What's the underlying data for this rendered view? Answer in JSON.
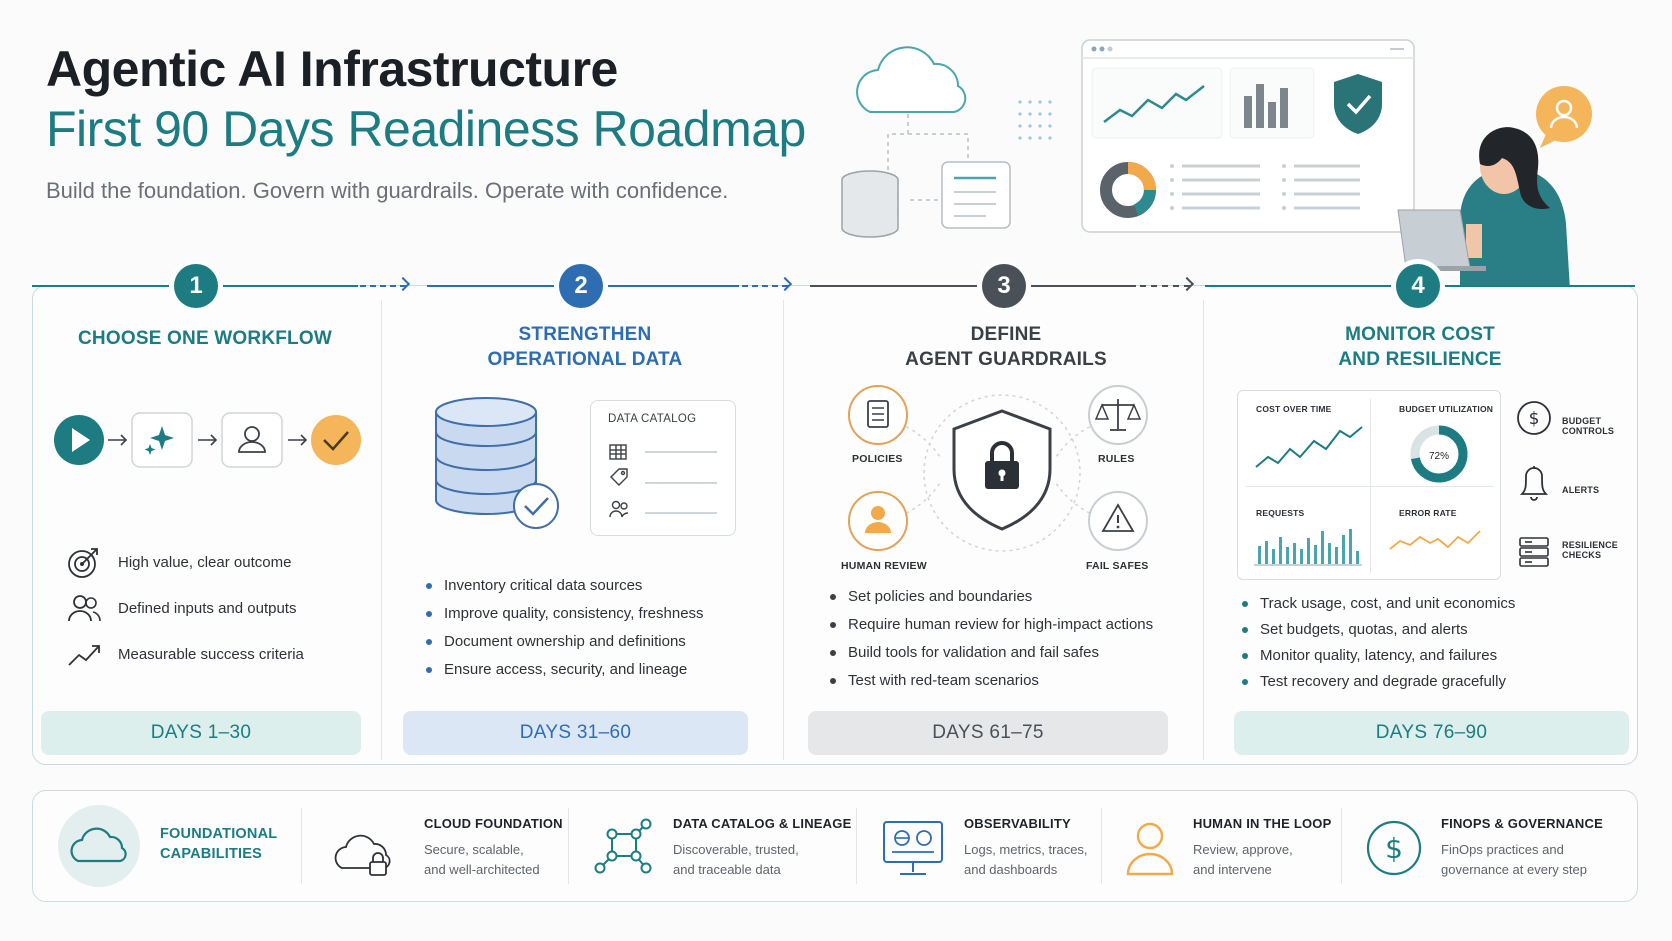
{
  "header": {
    "title": "Agentic AI Infrastructure",
    "subtitle_line": "First 90 Days Readiness Roadmap",
    "tagline": "Build the foundation. Govern with guardrails. Operate with confidence."
  },
  "colors": {
    "teal": "#1d7c82",
    "blue": "#2f6db3",
    "slate": "#4a5058",
    "orange": "#f2a94a",
    "teal_pill": "#ddefec",
    "blue_pill": "#dce7f5",
    "gray_pill": "#e6e7e9"
  },
  "steps": [
    {
      "number": "1",
      "title": "CHOOSE ONE WORKFLOW",
      "features": [
        {
          "icon": "target-icon",
          "text": "High value, clear outcome"
        },
        {
          "icon": "users-icon",
          "text": "Defined inputs and outputs"
        },
        {
          "icon": "trend-up-icon",
          "text": "Measurable success criteria"
        }
      ],
      "days": "DAYS 1–30"
    },
    {
      "number": "2",
      "title_line1": "STRENGTHEN",
      "title_line2": "OPERATIONAL DATA",
      "catalog_label": "DATA CATALOG",
      "bullets": [
        "Inventory critical data sources",
        "Improve quality, consistency, freshness",
        "Document ownership and definitions",
        "Ensure access, security, and lineage"
      ],
      "days": "DAYS 31–60"
    },
    {
      "number": "3",
      "title_line1": "DEFINE",
      "title_line2": "AGENT GUARDRAILS",
      "nodes": {
        "policies": "POLICIES",
        "rules": "RULES",
        "human_review": "HUMAN REVIEW",
        "fail_safes": "FAIL SAFES"
      },
      "bullets": [
        "Set policies and boundaries",
        "Require human review for high-impact actions",
        "Build tools for validation and fail safes",
        "Test with red-team scenarios"
      ],
      "days": "DAYS 61–75"
    },
    {
      "number": "4",
      "title_line1": "MONITOR COST",
      "title_line2": "AND RESILIENCE",
      "dashboard": {
        "cost_over_time": "COST OVER TIME",
        "budget_utilization": "BUDGET UTILIZATION",
        "budget_value": "72%",
        "budget_fraction": 0.72,
        "requests": "REQUESTS",
        "error_rate": "ERROR RATE"
      },
      "side": {
        "budget_controls_1": "BUDGET",
        "budget_controls_2": "CONTROLS",
        "alerts": "ALERTS",
        "resilience_1": "RESILIENCE",
        "resilience_2": "CHECKS"
      },
      "bullets": [
        "Track usage, cost, and unit economics",
        "Set budgets, quotas, and alerts",
        "Monitor quality, latency, and failures",
        "Test recovery and degrade gracefully"
      ],
      "days": "DAYS 76–90"
    }
  ],
  "capabilities": {
    "heading_line1": "FOUNDATIONAL",
    "heading_line2": "CAPABILITIES",
    "items": [
      {
        "icon": "cloud-lock-icon",
        "title": "CLOUD FOUNDATION",
        "desc1": "Secure, scalable,",
        "desc2": "and well-architected"
      },
      {
        "icon": "graph-icon",
        "title": "DATA CATALOG & LINEAGE",
        "desc1": "Discoverable, trusted,",
        "desc2": "and traceable data"
      },
      {
        "icon": "monitor-icon",
        "title": "OBSERVABILITY",
        "desc1": "Logs, metrics, traces,",
        "desc2": "and dashboards"
      },
      {
        "icon": "person-icon",
        "title": "HUMAN IN THE LOOP",
        "desc1": "Review, approve,",
        "desc2": "and intervene"
      },
      {
        "icon": "dollar-icon",
        "title": "FINOPS & GOVERNANCE",
        "desc1": "FinOps practices and",
        "desc2": "governance at every step"
      }
    ]
  }
}
